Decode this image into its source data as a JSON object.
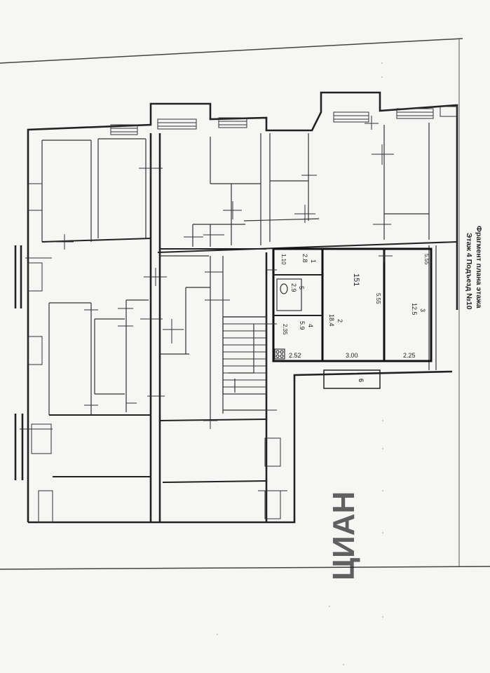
{
  "plan": {
    "title": "Фрагмент плана этажа",
    "subtitle": "Этаж 4 Подъезд №10",
    "apartment_number": "151",
    "rooms": [
      {
        "id": "1",
        "area": "2.8"
      },
      {
        "id": "2",
        "area": "18.4"
      },
      {
        "id": "3",
        "area": "12.5"
      },
      {
        "id": "4",
        "area": "5.9"
      },
      {
        "id": "5",
        "area": "2.9"
      },
      {
        "id": "6",
        "area": ""
      }
    ],
    "dimensions": {
      "d_1_10": "1.10",
      "d_2_35": "2.35",
      "d_2_52": "2.52",
      "d_3_00": "3.00",
      "d_2_25": "2.25",
      "d_5_55_a": "5.55",
      "d_5_55_b": "5.55"
    },
    "watermark": "ЦИАН"
  },
  "colors": {
    "paper": "#f6f6f4",
    "ink": "#222222"
  }
}
